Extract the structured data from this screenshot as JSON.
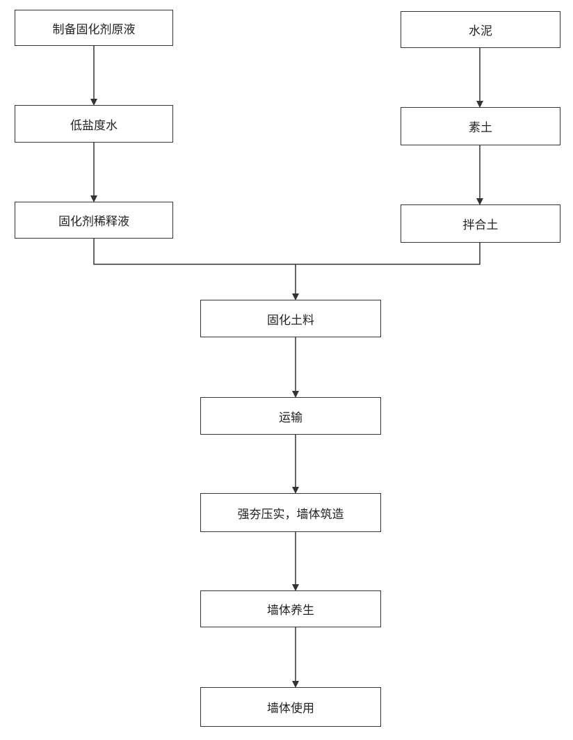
{
  "diagram": {
    "nodes": {
      "prepare_stock": "制备固化剂原液",
      "low_salt_water": "低盐度水",
      "diluted_agent": "固化剂稀释液",
      "cement": "水泥",
      "plain_soil": "素土",
      "mixed_soil": "拌合土",
      "cured_soil": "固化土料",
      "transport": "运输",
      "compaction": "强夯压实，墙体筑造",
      "curing": "墙体养生",
      "wall_use": "墙体使用"
    },
    "edges": [
      [
        "prepare_stock",
        "low_salt_water"
      ],
      [
        "low_salt_water",
        "diluted_agent"
      ],
      [
        "cement",
        "plain_soil"
      ],
      [
        "plain_soil",
        "mixed_soil"
      ],
      [
        "diluted_agent",
        "cured_soil"
      ],
      [
        "mixed_soil",
        "cured_soil"
      ],
      [
        "cured_soil",
        "transport"
      ],
      [
        "transport",
        "compaction"
      ],
      [
        "compaction",
        "curing"
      ],
      [
        "curing",
        "wall_use"
      ]
    ]
  }
}
